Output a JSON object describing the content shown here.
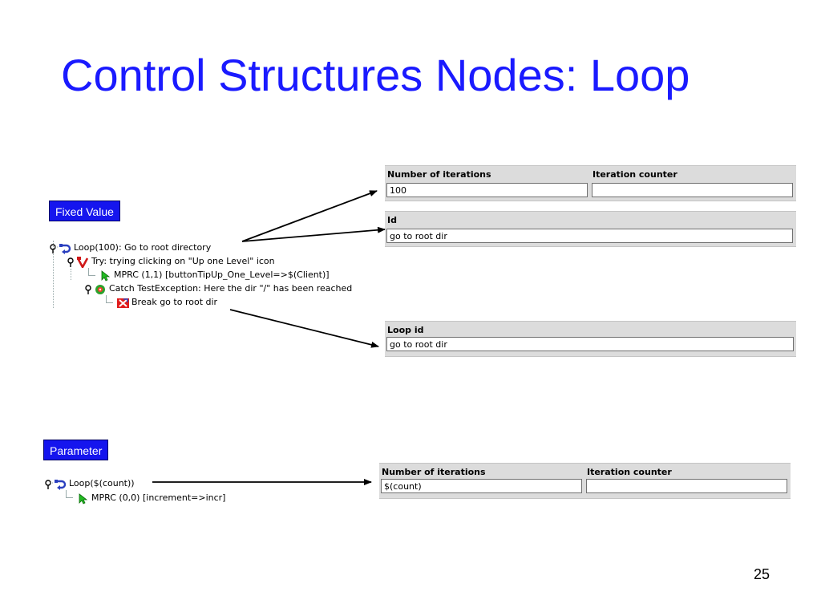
{
  "slide": {
    "title": "Control Structures Nodes: Loop",
    "page_number": "25"
  },
  "tags": {
    "fixed_value": "Fixed Value",
    "parameter": "Parameter"
  },
  "tree1": {
    "nodes": [
      {
        "label": "Loop(100): Go to root directory",
        "icon": "loop-icon"
      },
      {
        "label": "Try: trying clicking on \"Up one Level\" icon",
        "icon": "try-icon"
      },
      {
        "label": "MPRC (1,1) [buttonTipUp_One_Level=>$(Client)]",
        "icon": "mprc-icon"
      },
      {
        "label": "Catch TestException: Here the dir \"/\" has been reached",
        "icon": "catch-icon"
      },
      {
        "label": "Break go to root dir",
        "icon": "break-icon"
      }
    ]
  },
  "tree2": {
    "nodes": [
      {
        "label": "Loop($(count))",
        "icon": "loop-icon"
      },
      {
        "label": "MPRC (0,0) [increment=>incr]",
        "icon": "mprc-icon"
      }
    ]
  },
  "panels": {
    "iterations1": {
      "number_label": "Number of iterations",
      "counter_label": "Iteration counter",
      "number_value": "100",
      "counter_value": ""
    },
    "id": {
      "label": "Id",
      "value": "go to root dir"
    },
    "loop_id": {
      "label": "Loop id",
      "value": "go to root dir"
    },
    "iterations2": {
      "number_label": "Number of iterations",
      "counter_label": "Iteration counter",
      "number_value": "$(count)",
      "counter_value": ""
    }
  },
  "colors": {
    "title": "#1a1aff",
    "tag_background": "#1515ee",
    "panel_background": "#dcdcdc"
  }
}
